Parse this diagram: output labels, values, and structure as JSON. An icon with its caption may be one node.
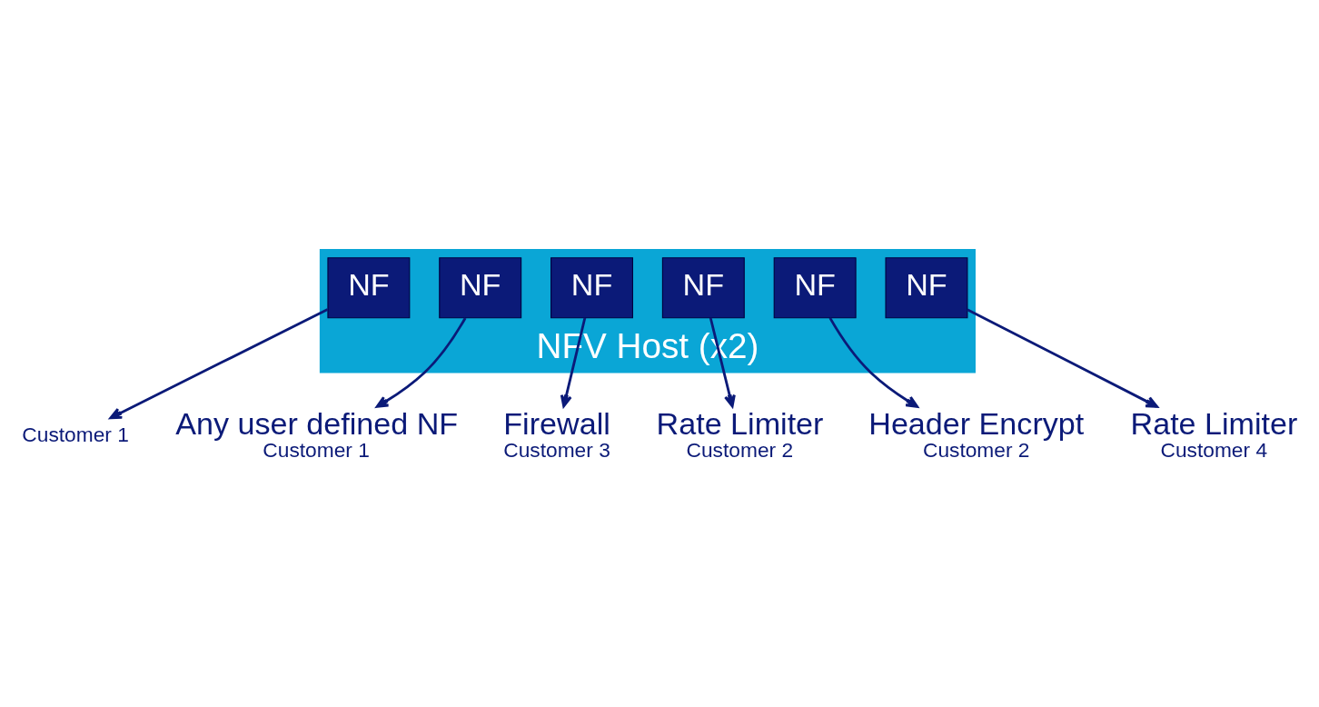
{
  "diagram": {
    "nodes": [
      {
        "text": [
          "NFV Host (x2)"
        ]
      },
      {
        "text": [
          "NF"
        ],
        "in": 0
      },
      {
        "text": [
          "NF"
        ],
        "in": 0
      },
      {
        "text": [
          "NF"
        ],
        "in": 0
      },
      {
        "text": [
          "NF"
        ],
        "in": 0
      },
      {
        "text": [
          "NF"
        ],
        "in": 0
      },
      {
        "text": [
          "NF"
        ],
        "in": 0
      },
      {
        "text": [
          "Customer 1"
        ]
      },
      {
        "text": [
          "Rate Limiter",
          "Customer 2"
        ]
      },
      {
        "text": [
          "Rate Limiter",
          "Customer 4"
        ]
      },
      {
        "text": [
          "Header Encrypt",
          "Customer 2"
        ]
      },
      {
        "text": [
          "Any user defined NF",
          "Customer 1"
        ]
      },
      {
        "text": [
          "Firewall",
          "Customer 3"
        ]
      }
    ],
    "edges": [
      {
        "from": 1,
        "to": 7,
        "arrow": "to"
      },
      {
        "from": 4,
        "to": 8,
        "arrow": "to"
      },
      {
        "from": 6,
        "to": 9,
        "arrow": "to"
      },
      {
        "from": 5,
        "to": 10,
        "arrow": "to"
      },
      {
        "from": 2,
        "to": 11,
        "arrow": "to"
      },
      {
        "from": 3,
        "to": 12,
        "arrow": "to"
      }
    ]
  }
}
